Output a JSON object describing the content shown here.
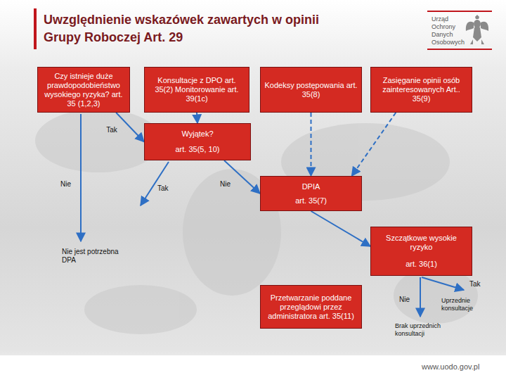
{
  "diagram": {
    "title": "Uwzględnienie wskazówek zawartych w opinii Grupy Roboczej Art. 29",
    "nodes": [
      {
        "text": [
          "Czy istnieje duże prawdopodobieństwo wysokiego ryzyka? art. 35 (1,2,3)"
        ]
      },
      {
        "text": [
          "Konsultacje z DPO art. 35(2) Monitorowanie art. 39(1c)"
        ]
      },
      {
        "text": [
          "Kodeksy postępowania art. 35(8)"
        ]
      },
      {
        "text": [
          "Zasięganie opinii osób zainteresowanych Art.. 35(9)"
        ]
      },
      {
        "text": [
          "Wyjątek?",
          "art. 35(5, 10)"
        ]
      },
      {
        "text": [
          "DPIA",
          "art. 35(7)"
        ]
      },
      {
        "text": [
          "Szczątkowe wysokie ryzyko",
          "art. 36(1)"
        ]
      },
      {
        "text": [
          "Przetwarzanie poddane przeglądowi przez administratora art. 35(11)"
        ]
      }
    ],
    "edges": [
      {
        "from": 0,
        "to": 4,
        "label": "Tak",
        "arrow": "to"
      },
      {
        "from": 1,
        "to": 4,
        "arrow": "to"
      },
      {
        "from": 2,
        "to": 5,
        "arrow": "to"
      },
      {
        "from": 3,
        "to": 5,
        "arrow": "to"
      },
      {
        "from": 4,
        "to": 5,
        "label": "Nie",
        "arrow": "to"
      },
      {
        "from": 5,
        "to": 6,
        "arrow": "to"
      }
    ],
    "labels": [
      "Urząd Ochrony Danych Osobowych",
      "Nie",
      "Tak",
      "Nie jest potrzebna DPA",
      "Nie",
      "Tak",
      "Uprzednie konsultacje",
      "Brak uprzednich konsultacji",
      "www.uodo.gov.pl"
    ]
  }
}
